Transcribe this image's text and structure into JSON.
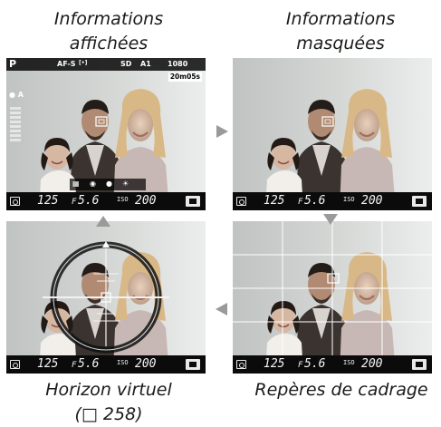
{
  "captions": {
    "top_left_line1": "Informations",
    "top_left_line2": "affichées",
    "top_right_line1": "Informations",
    "top_right_line2": "masquées",
    "bottom_left_line1": "Horizon virtuel",
    "bottom_left_line2": "(□ 258)",
    "bottom_right_line1": "Repères de cadrage"
  },
  "status": {
    "shutter": "125",
    "aperture_prefix": "F",
    "aperture": "5.6",
    "iso_label": "ISO",
    "iso_value": "200"
  },
  "info_overlay": {
    "mode": "P",
    "focus": "AF-S",
    "focus_sub": "[•]",
    "card": "SD",
    "wb": "A1",
    "size": "1080",
    "time_remaining": "20m05s",
    "audio_label": "A"
  },
  "colors": {
    "screen_bg": "#000000",
    "arrow": "#9a9a9a",
    "caption": "#1a1a1a",
    "timebox_bg": "#ffffff"
  },
  "icons": [
    "metering-icon",
    "movie-mode-icon",
    "right-arrow-icon",
    "down-arrow-icon",
    "left-arrow-icon",
    "up-arrow-icon",
    "microphone-icon"
  ]
}
